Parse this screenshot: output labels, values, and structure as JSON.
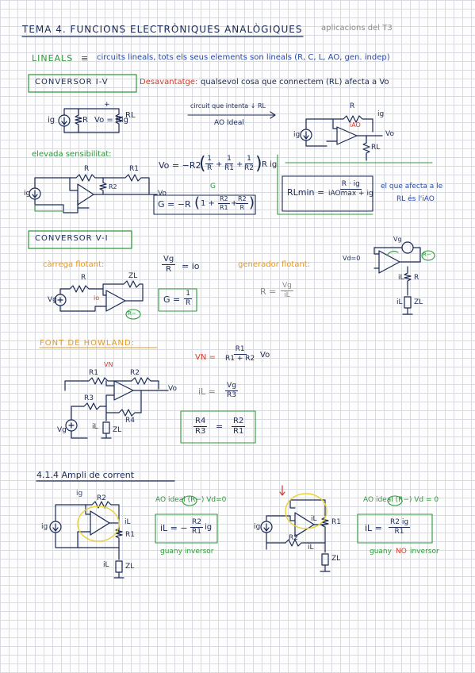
{
  "header": {
    "title": "TEMA 4. FUNCIONS ELECTRÒNIQUES ANALÒGIQUES",
    "subtitle": "aplicacions del T3"
  },
  "lineals": {
    "label": "LINEALS",
    "equiv": "≡",
    "text": "circuits lineals, tots els seus elements son lineals (R, C, L, AO, gen. indep)"
  },
  "conversor_iv": {
    "title": "CONVERSOR  I-V",
    "desavantatge_label": "Desavantatge:",
    "desavantatge_text": "qualsevol cosa que connectem (RL) afecta a Vo",
    "basic_formula": "Vo = Rig",
    "arrow_top": "circuit que intenta ↓ RL",
    "arrow_bottom": "AO Ideal",
    "sens_label": "elevada sensibilitat:",
    "formula1_lhs": "Vo = −R2",
    "formula1_paren_open": "(",
    "formula1_paren_close": ")",
    "formula1_t1_num": "1",
    "formula1_t1_den": "R",
    "formula1_t2_num": "1",
    "formula1_t2_den": "R1",
    "formula1_t3_num": "1",
    "formula1_t3_den": "R2",
    "formula1_tail": "R ig",
    "g_label": "G",
    "formula2_lhs": "G = −R",
    "formula2_paren_open": "(",
    "formula2_one": "1 +",
    "formula2_f1_num": "R2",
    "formula2_f1_den": "R1",
    "formula2_plus": "+",
    "formula2_f2_num": "R2",
    "formula2_f2_den": "R",
    "formula2_paren_close": ")",
    "rlmin_lhs": "RLmin",
    "rlmin_eq": "=",
    "rlmin_num": "R · ig",
    "rlmin_den": "iAOmax + ig",
    "rlmin_note_1": "el que afecta a le",
    "rlmin_note_2": "RL és l'iAO"
  },
  "conversor_vi": {
    "title": "CONVERSOR  V-I",
    "carrega_label": "càrrega flotant:",
    "frac1_num": "Vg",
    "frac1_den": "R",
    "eq_io": "= io",
    "g_lhs": "G =",
    "g_num": "1",
    "g_den": "R",
    "gen_label": "generador flotant:",
    "r_lhs": "R =",
    "r_num": "Vg",
    "r_den": "iL",
    "vd_label": "Vd=0"
  },
  "howland": {
    "title": "FONT DE HOWLAND:",
    "vn_lhs": "VN =",
    "vn_num": "R1",
    "vn_den": "R1 + R2",
    "vn_tail": "Vo",
    "il_lhs": "iL =",
    "il_num": "Vg",
    "il_den": "R3",
    "cond_l_num": "R4",
    "cond_l_den": "R3",
    "cond_eq": "=",
    "cond_r_num": "R2",
    "cond_r_den": "R1"
  },
  "ampli": {
    "title": "4.1.4  Ampli de corrent",
    "left_note": "AO ideal (R−) Vd=0",
    "left_f_lhs": "iL = −",
    "left_f_num": "R2",
    "left_f_den": "R1",
    "left_f_tail": "ig",
    "left_caption": "guany inversor",
    "right_note": "AO ideal (R−) Vd = 0",
    "right_f_lhs": "iL =",
    "right_f_num": "R2 ig",
    "right_f_den": "R1",
    "right_caption_1": "guany",
    "right_caption_2": "NO",
    "right_caption_3": "inversor"
  },
  "labels": {
    "R": "R",
    "R1": "R1",
    "R2": "R2",
    "R3": "R3",
    "R4": "R4",
    "RL": "RL",
    "ZL": "ZL",
    "ig": "ig",
    "iL": "iL",
    "iAO": "iAO",
    "io": "io",
    "Vo": "Vo",
    "Vg": "Vg",
    "VN": "VN",
    "Rminus": "R−",
    "plus": "+",
    "minus": "−"
  }
}
